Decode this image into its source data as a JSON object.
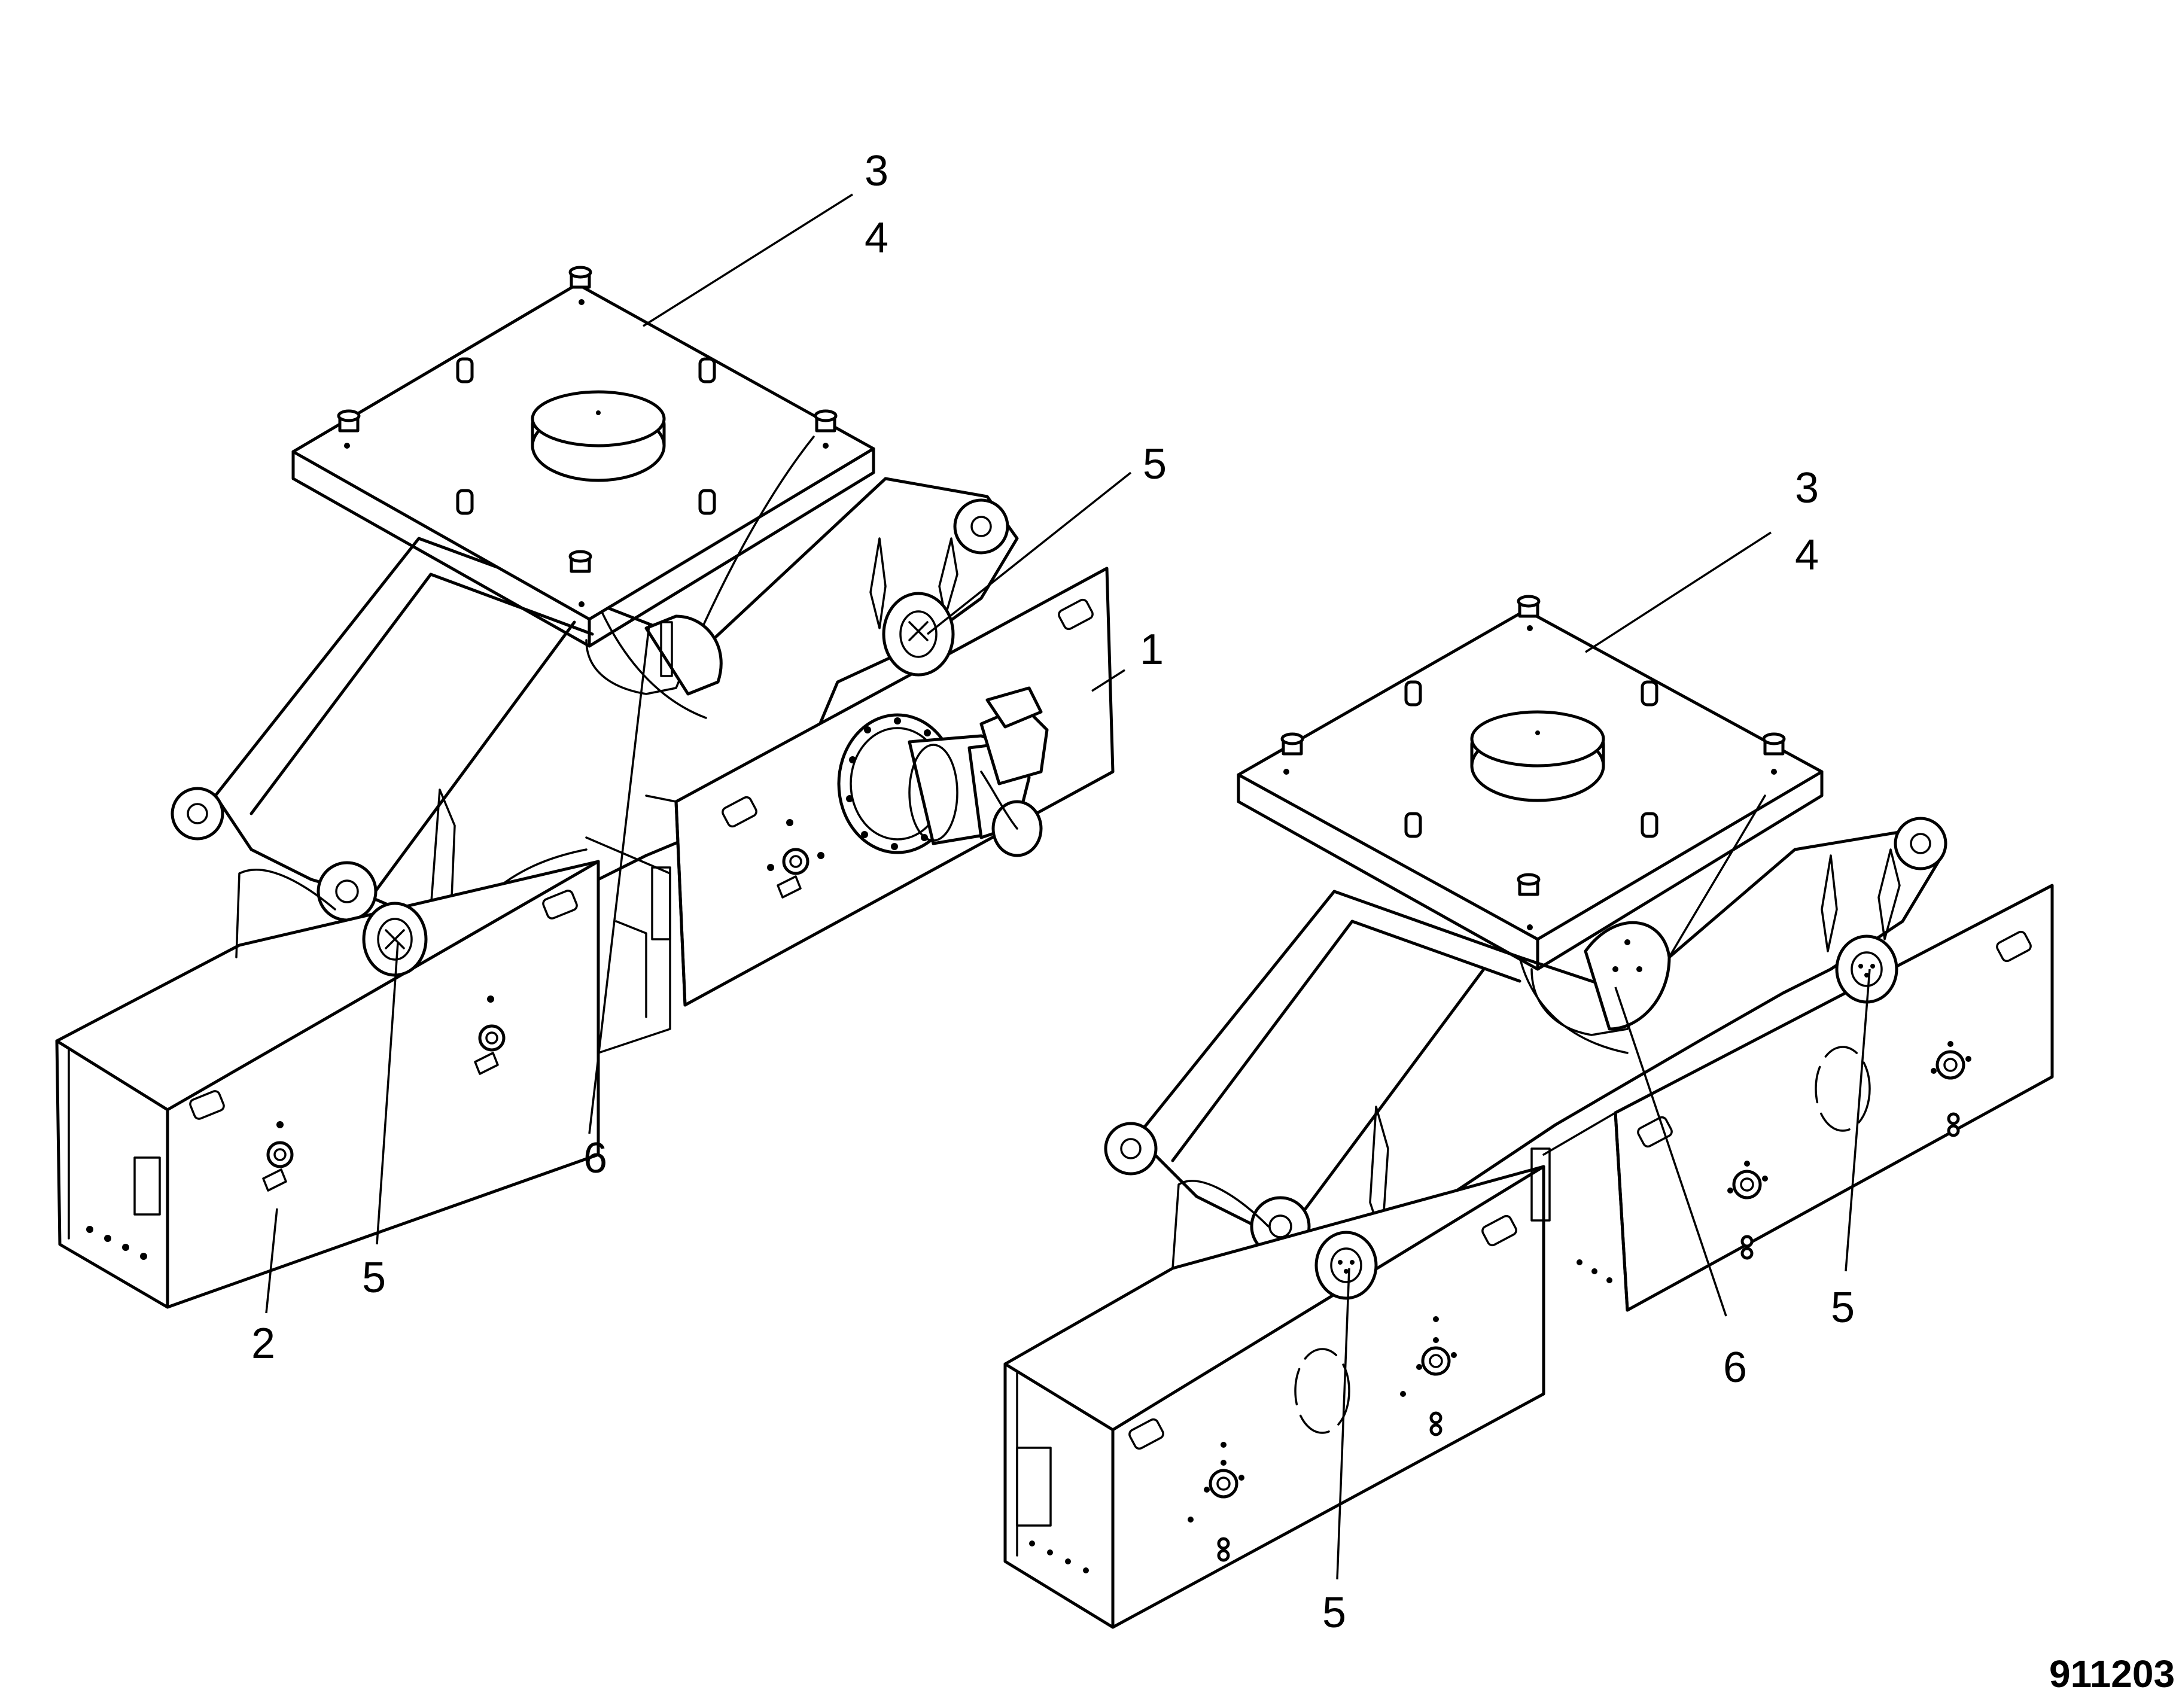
{
  "callouts": {
    "left_assembly": {
      "label_1": "1",
      "label_2": "2",
      "label_3": "3",
      "label_4": "4",
      "label_5_upper": "5",
      "label_5_lower": "5",
      "label_6": "6"
    },
    "right_assembly": {
      "label_3": "3",
      "label_4": "4",
      "label_5_right": "5",
      "label_5_bottom": "5",
      "label_6": "6"
    }
  },
  "drawing_number": "911203"
}
